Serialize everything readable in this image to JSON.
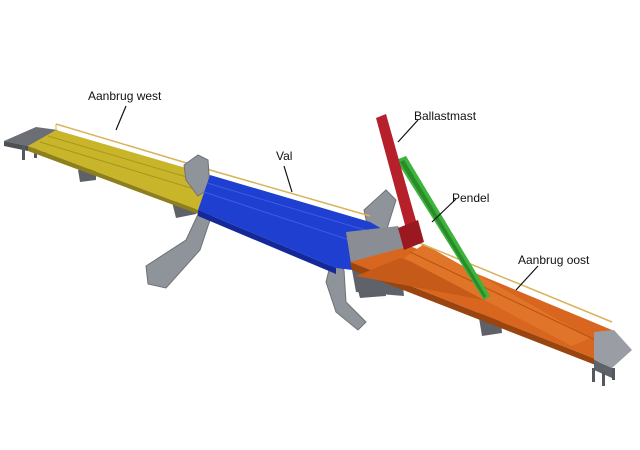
{
  "labels": {
    "aanbrug_west": "Aanbrug west",
    "val": "Val",
    "ballastmast": "Ballastmast",
    "pendel": "Pendel",
    "aanbrug_oost": "Aanbrug oost"
  },
  "colors": {
    "aanbrug_west": "#c9b52a",
    "val": "#1e3fcf",
    "ballastmast": "#b5202a",
    "pendel": "#3cb33a",
    "aanbrug_oost": "#d9661f",
    "structure": "#8f949a",
    "abutment": "#5f6369",
    "railing": "#d9b35a"
  }
}
